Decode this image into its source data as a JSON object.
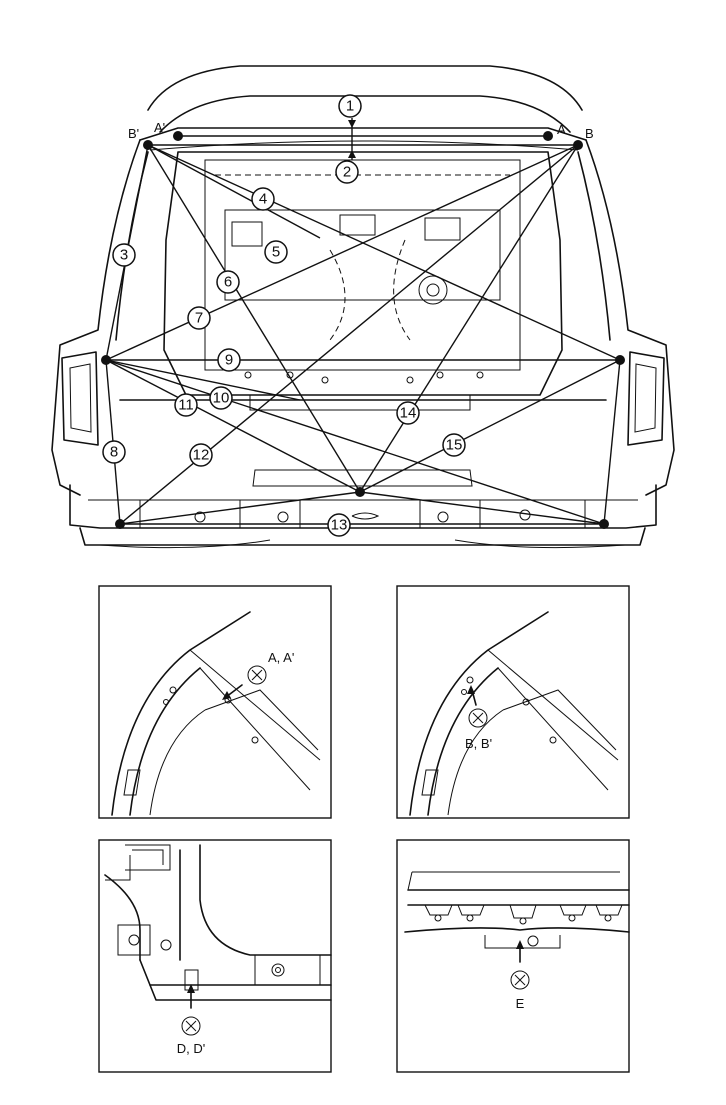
{
  "overview": {
    "corner_labels": {
      "B_prime": "B'",
      "A_prime": "A'",
      "A": "A",
      "B": "B"
    },
    "measurement_numbers": [
      "1",
      "2",
      "3",
      "4",
      "5",
      "6",
      "7",
      "8",
      "9",
      "10",
      "11",
      "12",
      "13",
      "14",
      "15"
    ]
  },
  "details": [
    {
      "id": "detail-a",
      "label": "A, A'"
    },
    {
      "id": "detail-b",
      "label": "B, B'"
    },
    {
      "id": "detail-d",
      "label": "D, D'"
    },
    {
      "id": "detail-e",
      "label": "E"
    }
  ],
  "icons": {
    "measuring_point": "crosshair-target-icon",
    "pointer": "arrow-icon"
  }
}
